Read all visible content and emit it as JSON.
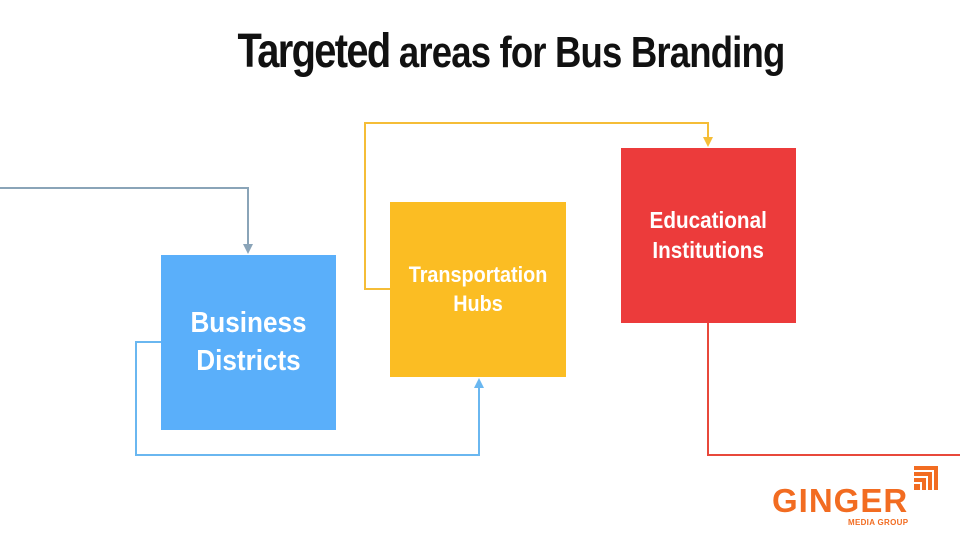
{
  "title": {
    "part_a": "Targeted",
    "part_b": " areas for Bus Branding"
  },
  "nodes": [
    {
      "id": "business",
      "label_line1": "Business",
      "label_line2": "Districts",
      "color": "#5aaffa"
    },
    {
      "id": "transport",
      "label_line1": "Transportation",
      "label_line2": "Hubs",
      "color": "#fbbd23"
    },
    {
      "id": "education",
      "label_line1": "Educational",
      "label_line2": "Institutions",
      "color": "#ec3b3b"
    }
  ],
  "connectors": {
    "incoming_color": "#8aa4b8",
    "business_to_transport_color": "#6ab7f0",
    "transport_to_education_color": "#f5bd37",
    "education_outgoing_color": "#e8483b"
  },
  "logo": {
    "name": "GINGER",
    "tagline": "MEDIA GROUP",
    "color": "#f26c21",
    "icon": "signal-bars-icon"
  }
}
